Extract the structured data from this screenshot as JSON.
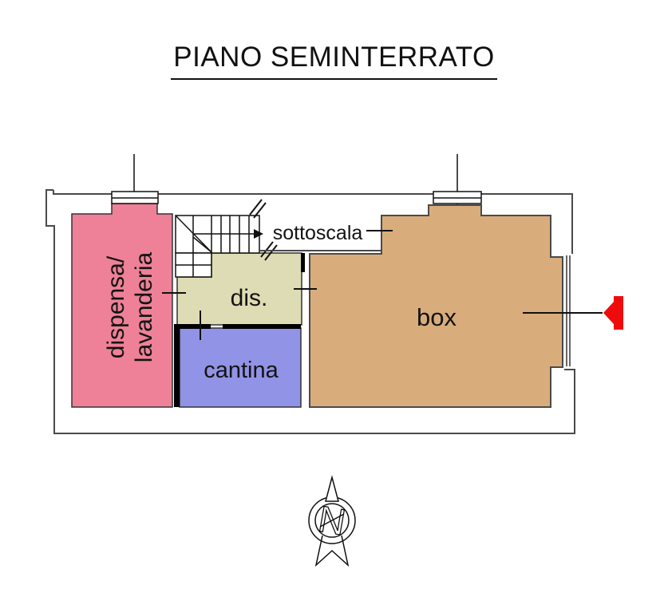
{
  "title": "PIANO SEMINTERRATO",
  "rooms": {
    "dispensa_lavanderia": {
      "label_line1": "dispensa/",
      "label_line2": "lavanderia",
      "color": "#ee8197"
    },
    "dis": {
      "label": "dis.",
      "color": "#dedcb4"
    },
    "cantina": {
      "label": "cantina",
      "color": "#9193e6"
    },
    "box": {
      "label": "box",
      "color": "#d9ad7b"
    },
    "sottoscala": {
      "label": "sottoscala"
    }
  },
  "entrance_arrow": {
    "color": "#ee0b0b"
  },
  "compass": {
    "letter": "N"
  },
  "wall_color": "#4a4a4a"
}
